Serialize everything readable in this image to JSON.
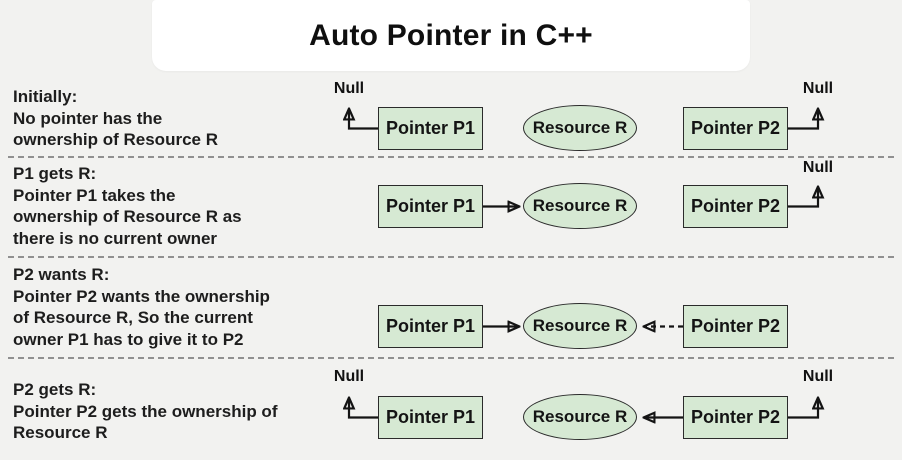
{
  "title": "Auto Pointer in C++",
  "colors": {
    "background": "#f2f2f0",
    "title_background": "#ffffff",
    "shape_fill": "#d6e9d3",
    "shape_border": "#2b2b2b",
    "text": "#1d1d1d",
    "separator": "#909090",
    "arrow": "#141414"
  },
  "shapes": {
    "p1": "Pointer P1",
    "p2": "Pointer P2",
    "resource": "Resource R",
    "null_ref": "Null"
  },
  "rows": [
    {
      "id": "initially",
      "caption_lines": [
        "Initially:",
        "No pointer has the",
        "ownership of Resource R"
      ],
      "links": [
        {
          "from": "Pointer P1",
          "to": "Null",
          "style": "solid"
        },
        {
          "from": "Pointer P2",
          "to": "Null",
          "style": "solid"
        }
      ]
    },
    {
      "id": "p1-gets-r",
      "caption_lines": [
        "P1 gets R:",
        "Pointer P1 takes the",
        "ownership of Resource R as",
        "there is no current owner"
      ],
      "links": [
        {
          "from": "Pointer P1",
          "to": "Resource R",
          "style": "solid"
        },
        {
          "from": "Pointer P2",
          "to": "Null",
          "style": "solid"
        }
      ]
    },
    {
      "id": "p2-wants-r",
      "caption_lines": [
        "P2 wants R:",
        "Pointer P2 wants the ownership",
        "of Resource R, So the current",
        "owner P1 has to give it to P2"
      ],
      "links": [
        {
          "from": "Pointer P1",
          "to": "Resource R",
          "style": "solid"
        },
        {
          "from": "Pointer P2",
          "to": "Resource R",
          "style": "dashed"
        }
      ]
    },
    {
      "id": "p2-gets-r",
      "caption_lines": [
        "P2 gets R:",
        "Pointer P2 gets the ownership of",
        "Resource R"
      ],
      "links": [
        {
          "from": "Pointer P1",
          "to": "Null",
          "style": "solid"
        },
        {
          "from": "Pointer P2",
          "to": "Resource R",
          "style": "solid"
        },
        {
          "from": "Pointer P2",
          "to": "Null",
          "style": "solid"
        }
      ]
    }
  ]
}
